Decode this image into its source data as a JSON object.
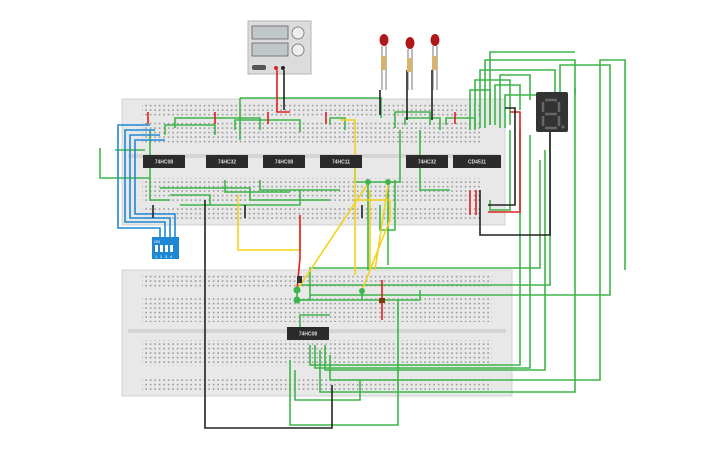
{
  "chips_top": [
    {
      "label": "74HC08"
    },
    {
      "label": "74HC32"
    },
    {
      "label": "74HC08"
    },
    {
      "label": "74HC11"
    },
    {
      "label": "74HC32"
    },
    {
      "label": "CD4511"
    }
  ],
  "chip_bottom": {
    "label": "74HC08"
  },
  "dip_switch": {
    "label": "ON",
    "numbers": [
      "1",
      "2",
      "3",
      "4"
    ]
  },
  "colors": {
    "wire_green": "#3db54a",
    "wire_red": "#e02020",
    "wire_yellow": "#f2d21b",
    "wire_blue": "#1e88d6",
    "wire_black": "#222222",
    "breadboard": "#e8e8e8",
    "chip": "#2b2b2b",
    "led": "#b01818",
    "seven_seg": "#333333"
  }
}
